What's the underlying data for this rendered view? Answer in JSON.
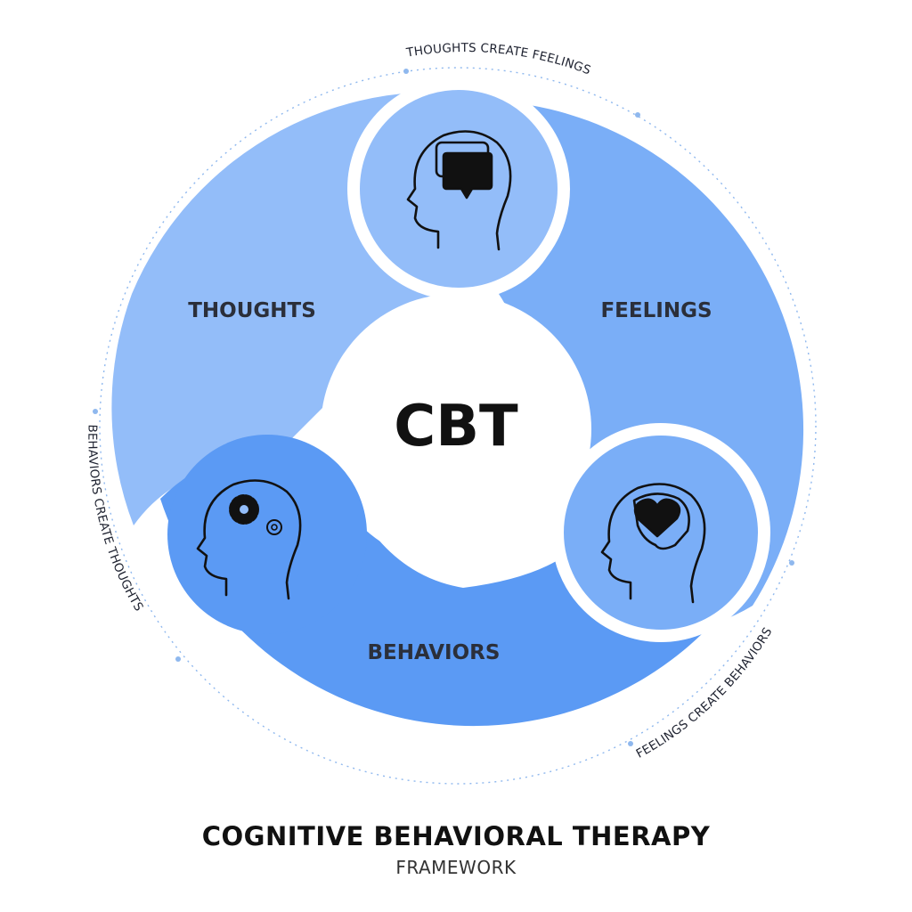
{
  "center": {
    "label": "CBT"
  },
  "segments": [
    {
      "key": "thoughts",
      "label": "THOUGHTS",
      "color": "#93bdf9",
      "icon": "head-speech-bubble-icon"
    },
    {
      "key": "feelings",
      "label": "FEELINGS",
      "color": "#7aaef7",
      "icon": "head-heart-icon"
    },
    {
      "key": "behaviors",
      "label": "BEHAVIORS",
      "color": "#5b9af4",
      "icon": "head-gears-icon"
    }
  ],
  "cycle_labels": {
    "thoughts_to_feelings": "THOUGHTS CREATE FEELINGS",
    "feelings_to_behaviors": "FEELINGS CREATE BEHAVIORS",
    "behaviors_to_thoughts": "BEHAVIORS CREATE THOUGHTS"
  },
  "colors": {
    "outer_dots": "#8fb8ee",
    "text_dark": "#111111"
  },
  "footer": {
    "title": "COGNITIVE BEHAVIORAL THERAPY",
    "subtitle": "FRAMEWORK"
  }
}
